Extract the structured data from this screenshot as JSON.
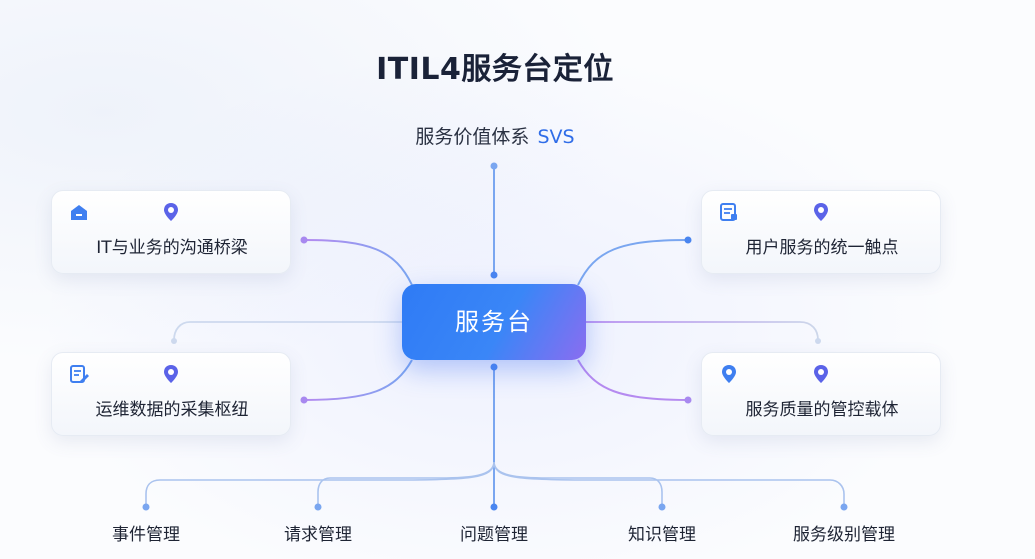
{
  "title": "ITIL4服务台定位",
  "top_node": {
    "label": "服务价值体系",
    "accent": "SVS"
  },
  "hub": {
    "label": "服务台"
  },
  "cards": [
    {
      "label": "IT与业务的沟通桥梁",
      "icons": [
        "home-icon",
        "location-pin-icon"
      ]
    },
    {
      "label": "运维数据的采集枢纽",
      "icons": [
        "edit-document-icon",
        "location-pin-icon"
      ]
    },
    {
      "label": "用户服务的统一触点",
      "icons": [
        "document-icon",
        "location-pin-icon"
      ]
    },
    {
      "label": "服务质量的管控载体",
      "icons": [
        "location-pin-icon",
        "location-pin-icon"
      ]
    }
  ],
  "bottom_nodes": [
    "事件管理",
    "请求管理",
    "问题管理",
    "知识管理",
    "服务级别管理"
  ],
  "colors": {
    "hub_blue": "#2f7bf5",
    "hub_purple": "#8a6df0",
    "accent_text": "#2f6de8",
    "line_blue": "#7aa6f0",
    "line_purple": "#b58af0",
    "pin_icon": "#5b63e8",
    "card_icon": "#3f7ff0"
  }
}
